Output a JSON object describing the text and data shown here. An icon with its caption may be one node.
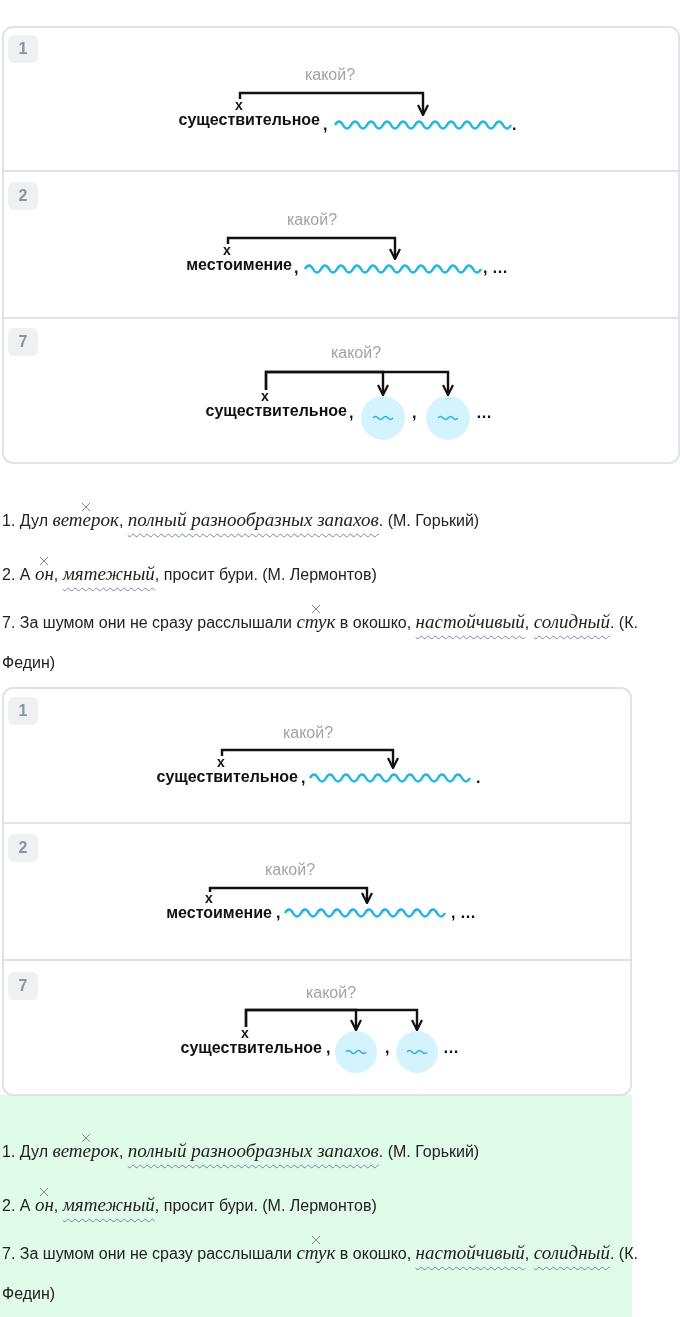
{
  "diagram": {
    "nodes": [
      {
        "text": [
          "1"
        ]
      },
      {
        "text": [
          "существительное"
        ],
        "beside": [
          "x"
        ]
      },
      {
        "text": [],
        "shape": "wave"
      },
      {
        "text": [
          "2"
        ]
      },
      {
        "text": [
          "местоимение"
        ],
        "beside": [
          "x"
        ]
      },
      {
        "text": [],
        "shape": "wave"
      },
      {
        "text": [
          "7"
        ]
      },
      {
        "text": [
          "существительное"
        ],
        "beside": [
          "x"
        ]
      },
      {
        "text": [],
        "shape": "circle"
      },
      {
        "text": [],
        "shape": "circle"
      },
      {
        "text": [
          "1"
        ]
      },
      {
        "text": [
          "существительное"
        ],
        "beside": [
          "x"
        ]
      },
      {
        "text": [],
        "shape": "wave"
      },
      {
        "text": [
          "2"
        ]
      },
      {
        "text": [
          "местоимение"
        ],
        "beside": [
          "x"
        ]
      },
      {
        "text": [],
        "shape": "wave"
      },
      {
        "text": [
          "7"
        ]
      },
      {
        "text": [
          "существительное"
        ],
        "beside": [
          "x"
        ]
      },
      {
        "text": [],
        "shape": "circle"
      },
      {
        "text": [],
        "shape": "circle"
      }
    ],
    "edges": [
      {
        "from": 1,
        "to": 2,
        "arrow": "to",
        "label": "какой?"
      },
      {
        "from": 4,
        "to": 5,
        "arrow": "to",
        "label": "какой?"
      },
      {
        "from": 7,
        "to": 8,
        "arrow": "to",
        "label": "какой?"
      },
      {
        "from": 7,
        "to": 9,
        "arrow": "to"
      },
      {
        "from": 11,
        "to": 12,
        "arrow": "to",
        "label": "какой?"
      },
      {
        "from": 14,
        "to": 15,
        "arrow": "to",
        "label": "какой?"
      },
      {
        "from": 17,
        "to": 18,
        "arrow": "to",
        "label": "какой?"
      },
      {
        "from": 17,
        "to": 19,
        "arrow": "to"
      }
    ],
    "labels": [
      ",",
      ".",
      ",",
      ", …",
      ",",
      ",",
      "…",
      "1. Дул *ветерок*, *полный разнообразных запахов*. (М. Горький)",
      "2. А *он*, *мятежный*, просит бури. (М. Лермонтов)",
      "7. За шумом они не сразу расслышали *стук* в окошко, *настойчивый*, *солидный*. (К. Федин)",
      ",",
      ".",
      ",",
      ", …",
      ",",
      ",",
      "…",
      "1. Дул *ветерок*, *полный разнообразных запахов*. (М. Горький)",
      "2. А *он*, *мятежный*, просит бури. (М. Лермонтов)",
      "7. За шумом они не сразу расслышали *стук* в окошко, *настойчивый*, *солидный*. (К. Федин)"
    ]
  }
}
